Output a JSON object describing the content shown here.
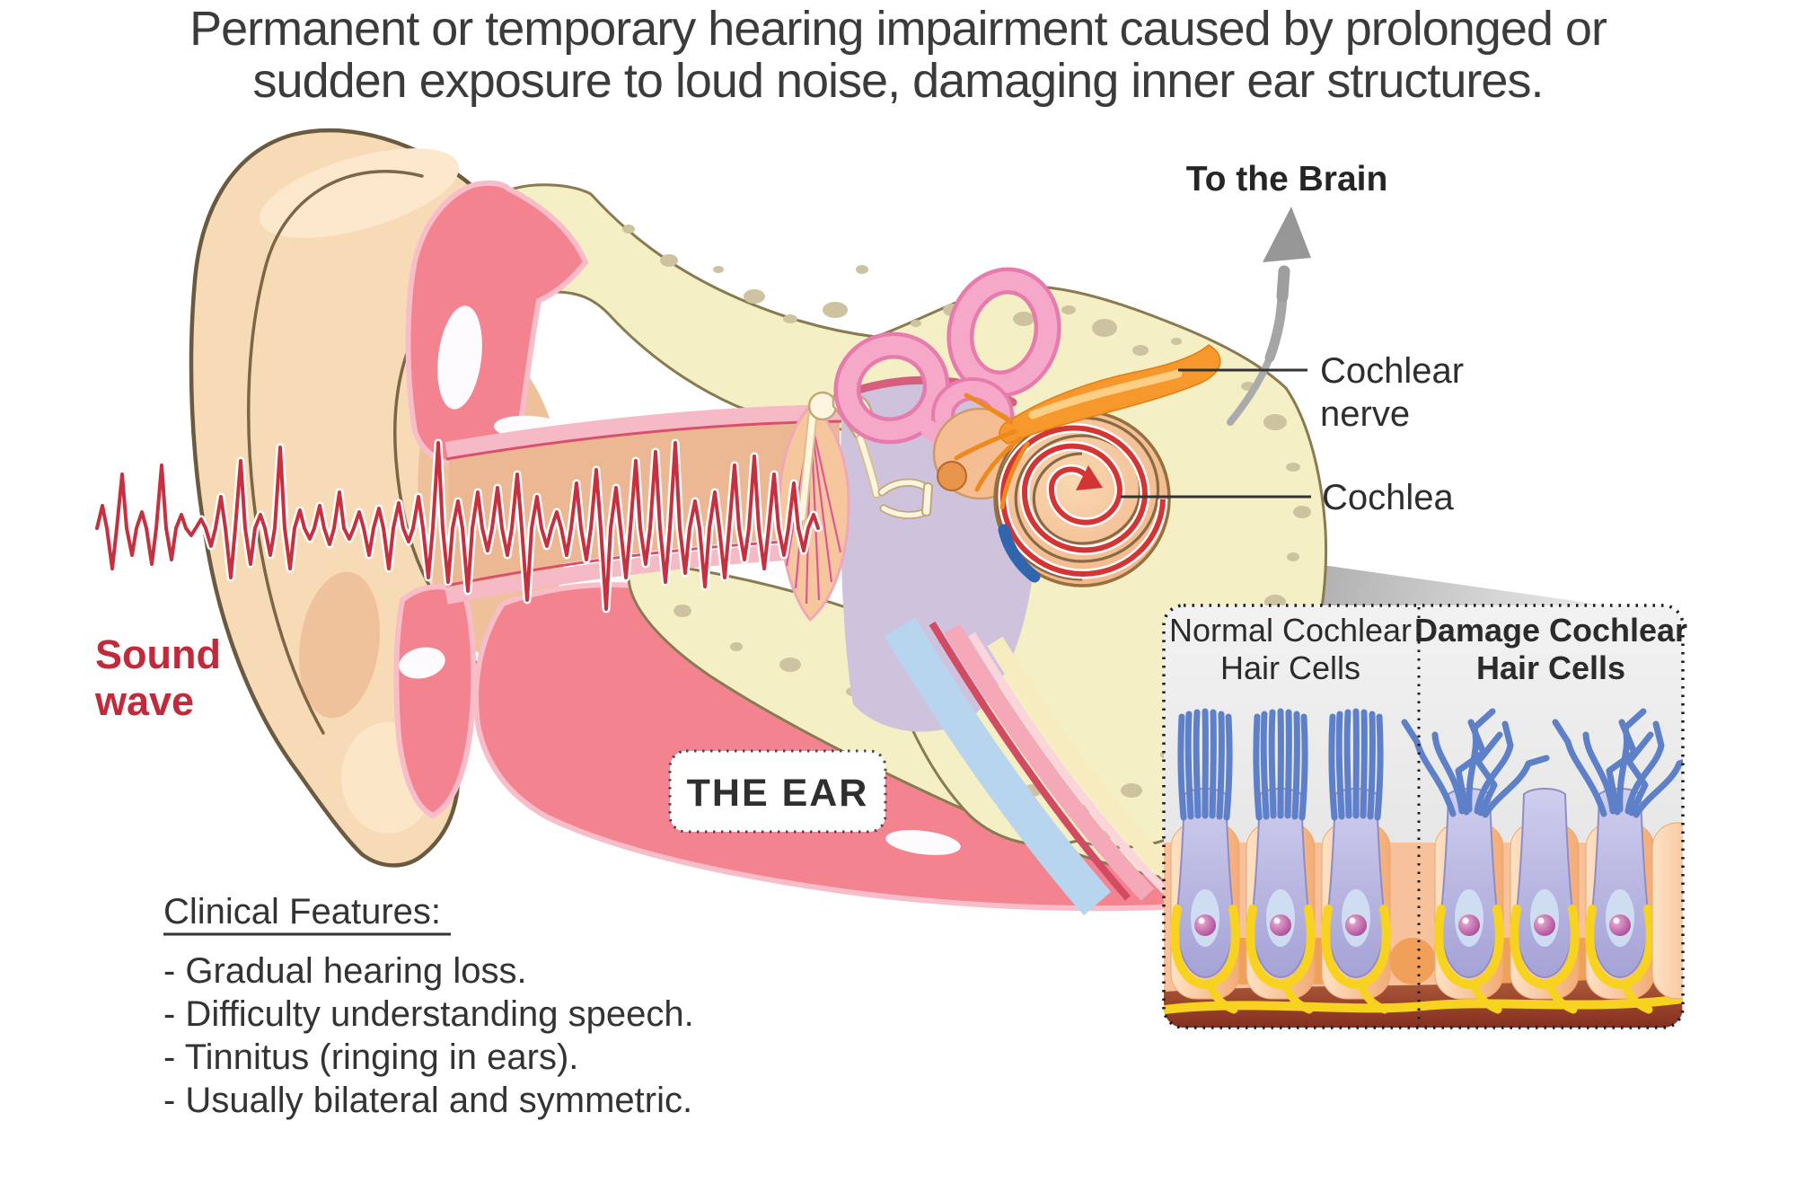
{
  "title": {
    "line1": "Permanent or temporary hearing impairment caused by prolonged or",
    "line2": "sudden exposure to loud noise, damaging inner ear structures."
  },
  "diagram": {
    "ear_box_label": "THE EAR",
    "sound_wave_label": {
      "line1": "Sound",
      "line2": "wave"
    },
    "to_the_brain": "To the Brain",
    "cochlear_nerve": {
      "line1": "Cochlear",
      "line2": "nerve"
    },
    "cochlea": "Cochlea"
  },
  "inset": {
    "normal": {
      "line1": "Normal Cochlear",
      "line2": "Hair Cells"
    },
    "damaged": {
      "line1": "Damage Cochlear",
      "line2": "Hair Cells"
    }
  },
  "clinical_features": {
    "heading": "Clinical Features:",
    "items": [
      "- Gradual hearing loss.",
      "- Difficulty understanding speech.",
      "- Tinnitus (ringing in ears).",
      "- Usually bilateral and symmetric."
    ]
  },
  "colors": {
    "title_text": "#3b3b3b",
    "sound_wave_red": "#c2293a",
    "spiral_red": "#d53434",
    "skin": "#f7dbb7",
    "flesh_pink": "#f2838f",
    "bone_yellow": "#f5efc5",
    "nerve_orange": "#f6982c",
    "canal_tan": "#ecb893",
    "middle_ear_purple": "#cfc2dd",
    "stereocilia_blue": "#5d80c8",
    "hair_cell_lavender": "#b3b0dd",
    "support_cell_peach": "#f7c29b",
    "nerve_fiber_yellow": "#f7d31f",
    "base_brown": "#9c4a30",
    "arrow_gray": "#a0a0a0"
  }
}
